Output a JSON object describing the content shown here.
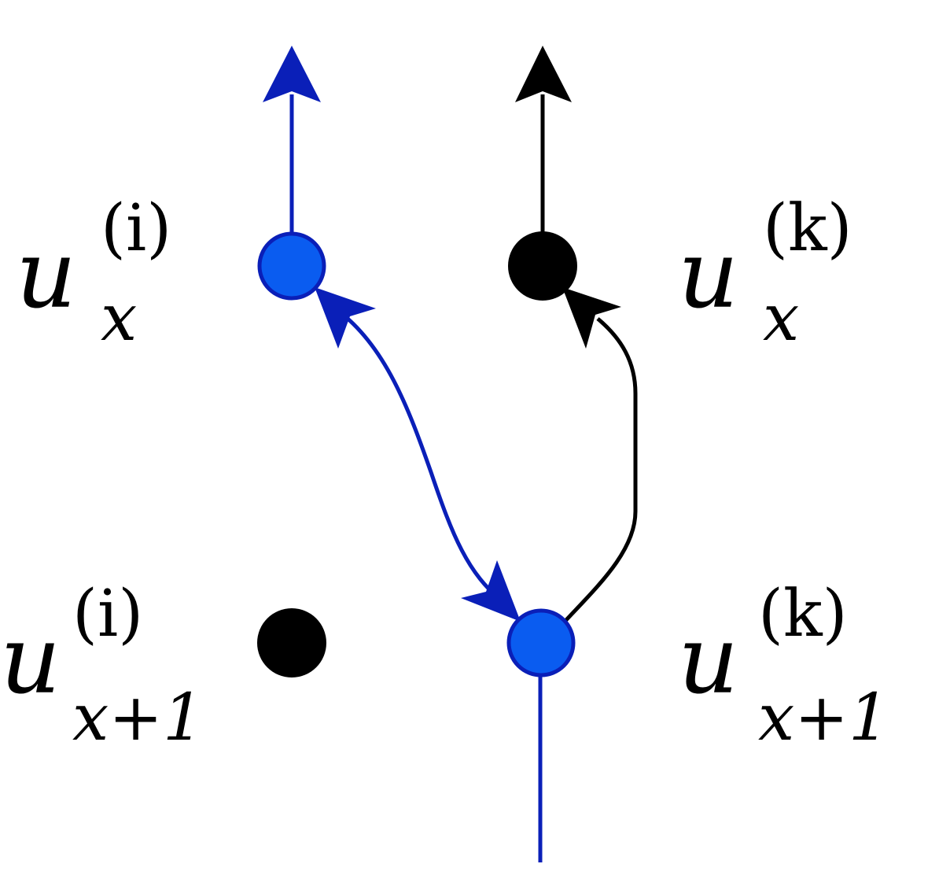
{
  "colors": {
    "blue_line": "#0a1fb8",
    "blue_node_fill": "#0a5cf0",
    "blue_node_stroke": "#0a1fb8",
    "black": "#000000",
    "background": "#ffffff"
  },
  "labels": {
    "u_x_i": {
      "base": "u",
      "sub": "x",
      "sup": "(i)"
    },
    "u_x_k": {
      "base": "u",
      "sub": "x",
      "sup": "(k)"
    },
    "u_x1_i": {
      "base": "u",
      "sub": "x+1",
      "sup": "(i)"
    },
    "u_x1_k": {
      "base": "u",
      "sub": "x+1",
      "sup": "(k)"
    }
  },
  "nodes": [
    {
      "id": "u_x_i",
      "color": "blue"
    },
    {
      "id": "u_x_k",
      "color": "black"
    },
    {
      "id": "u_x1_i",
      "color": "black"
    },
    {
      "id": "u_x1_k",
      "color": "blue"
    }
  ]
}
